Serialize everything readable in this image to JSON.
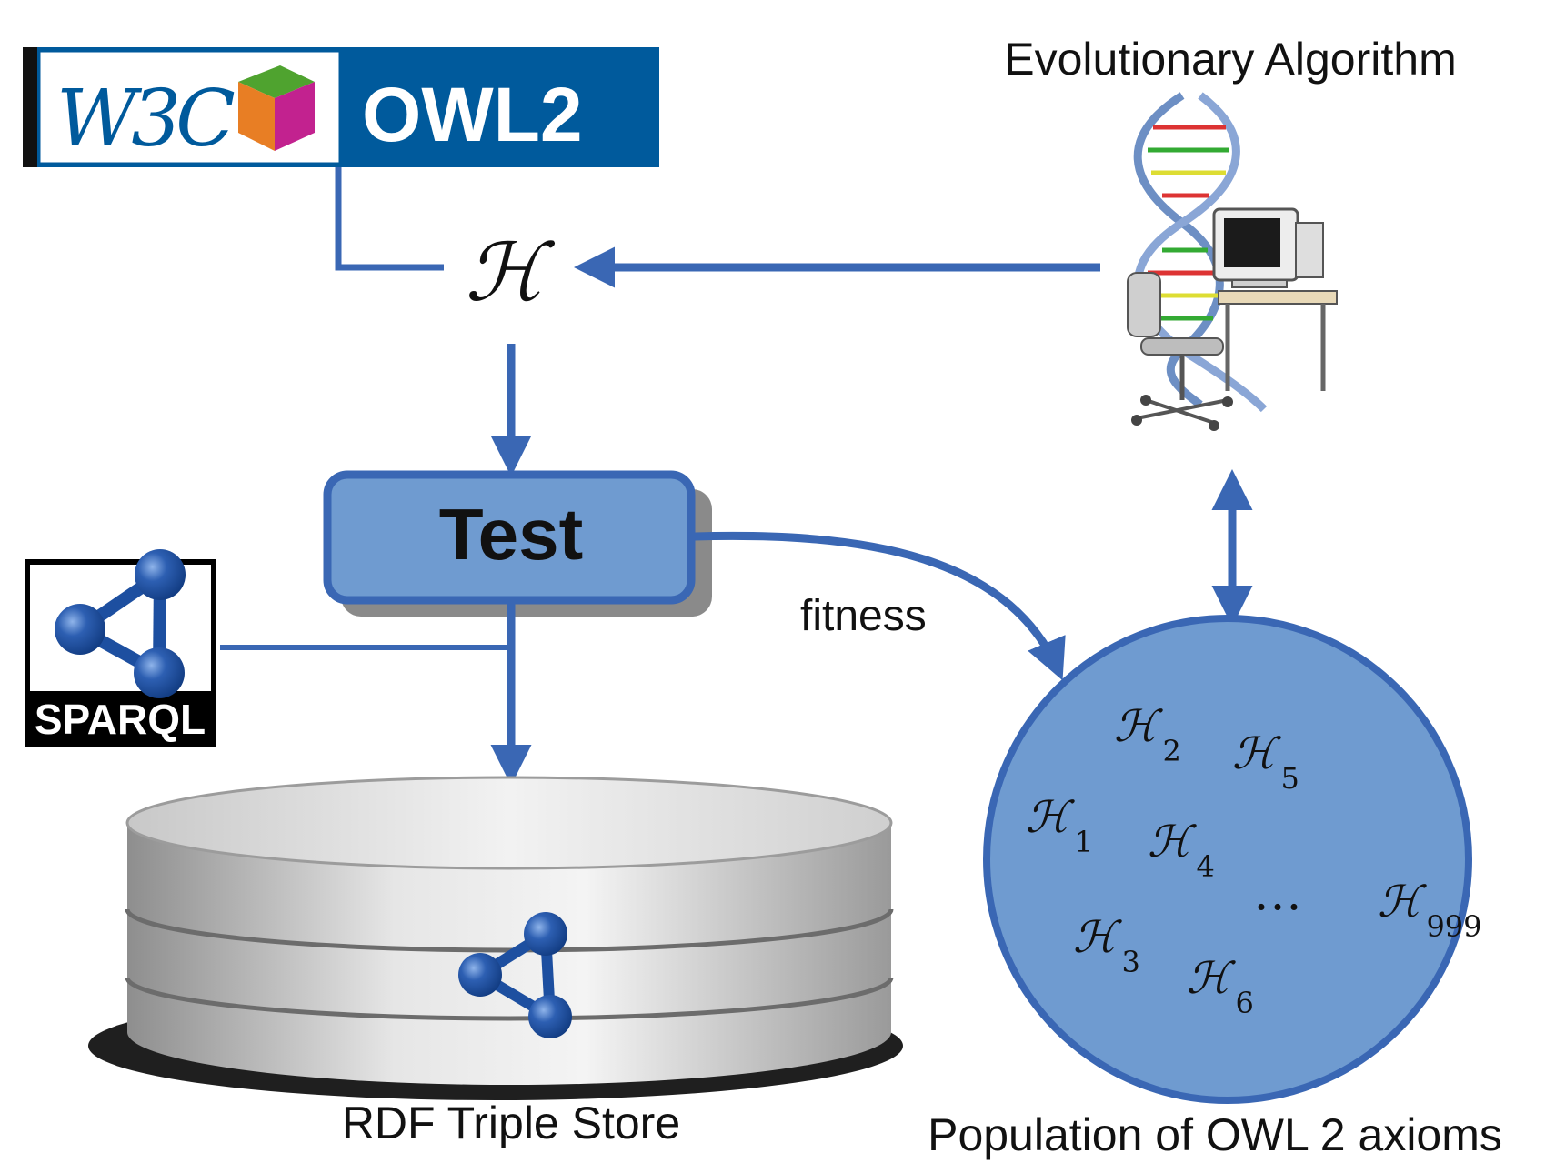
{
  "logos": {
    "w3c_text": "W3C",
    "owl_text": "OWL2",
    "sparql_text": "SPARQL"
  },
  "labels": {
    "evolutionary_algorithm": "Evolutionary Algorithm",
    "hypothesis_symbol": "ℋ",
    "test": "Test",
    "fitness": "fitness",
    "rdf_triple_store": "RDF Triple Store",
    "population": "Population of OWL 2 axioms",
    "ellipsis": "…"
  },
  "population": {
    "symbol": "ℋ",
    "members": [
      {
        "sub": "2"
      },
      {
        "sub": "5"
      },
      {
        "sub": "1"
      },
      {
        "sub": "4"
      },
      {
        "sub": "999"
      },
      {
        "sub": "3"
      },
      {
        "sub": "6"
      }
    ]
  },
  "colors": {
    "flow_blue": "#3a67b4",
    "test_fill": "#6f9bd0",
    "circle_fill": "#6f9bd0",
    "w3c_blue": "#005a9c",
    "owl_orange": "#e87e24",
    "owl_magenta": "#c2228f",
    "owl_green": "#4fa32f",
    "sparql_blue": "#1d4fa0"
  },
  "icons": [
    "w3c-owl2-logo",
    "sparql-logo",
    "dna-computer-icon",
    "database-icon",
    "sparql-small-icon"
  ]
}
